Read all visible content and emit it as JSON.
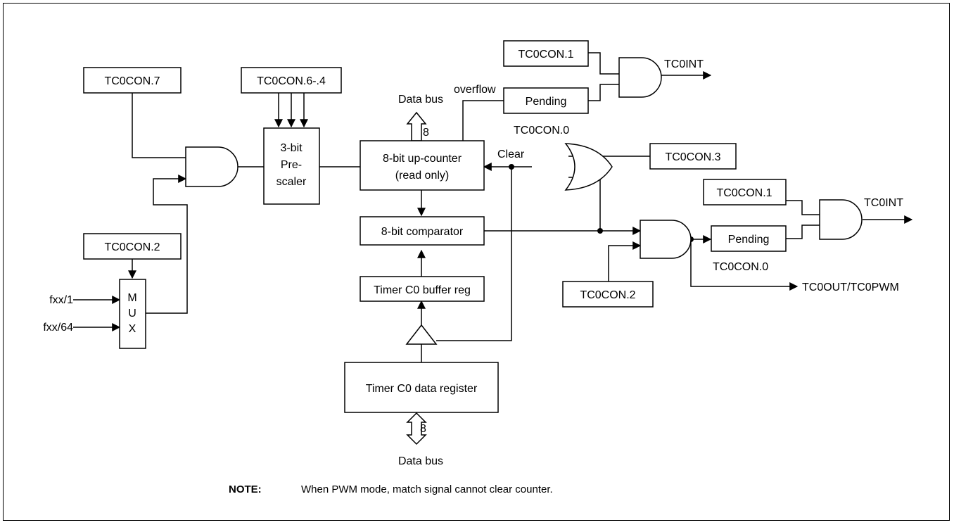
{
  "registers": {
    "tc0con7": "TC0CON.7",
    "tc0con64": "TC0CON.6-.4",
    "tc0con2_mux": "TC0CON.2",
    "tc0con1_top": "TC0CON.1",
    "tc0con0_top": "TC0CON.0",
    "tc0con3": "TC0CON.3",
    "tc0con1_right": "TC0CON.1",
    "tc0con0_right": "TC0CON.0",
    "tc0con2_and": "TC0CON.2"
  },
  "blocks": {
    "prescaler_l1": "3-bit",
    "prescaler_l2": "Pre-",
    "prescaler_l3": "scaler",
    "counter_l1": "8-bit up-counter",
    "counter_l2": "(read only)",
    "comparator": "8-bit comparator",
    "buffer": "Timer C0 buffer reg",
    "data_reg": "Timer C0 data register",
    "pending_top": "Pending",
    "pending_right": "Pending",
    "mux_m": "M",
    "mux_u": "U",
    "mux_x": "X"
  },
  "signals": {
    "fxx1": "fxx/1",
    "fxx64": "fxx/64",
    "databus_top": "Data bus",
    "databus_bottom": "Data bus",
    "bus_width_top": "8",
    "bus_width_bottom": "8",
    "overflow": "overflow",
    "clear": "Clear",
    "tc0int_top": "TC0INT",
    "tc0int_right": "TC0INT",
    "tc0out": "TC0OUT/TC0PWM"
  },
  "note": {
    "label": "NOTE:",
    "text": "When PWM mode, match signal cannot clear counter."
  }
}
